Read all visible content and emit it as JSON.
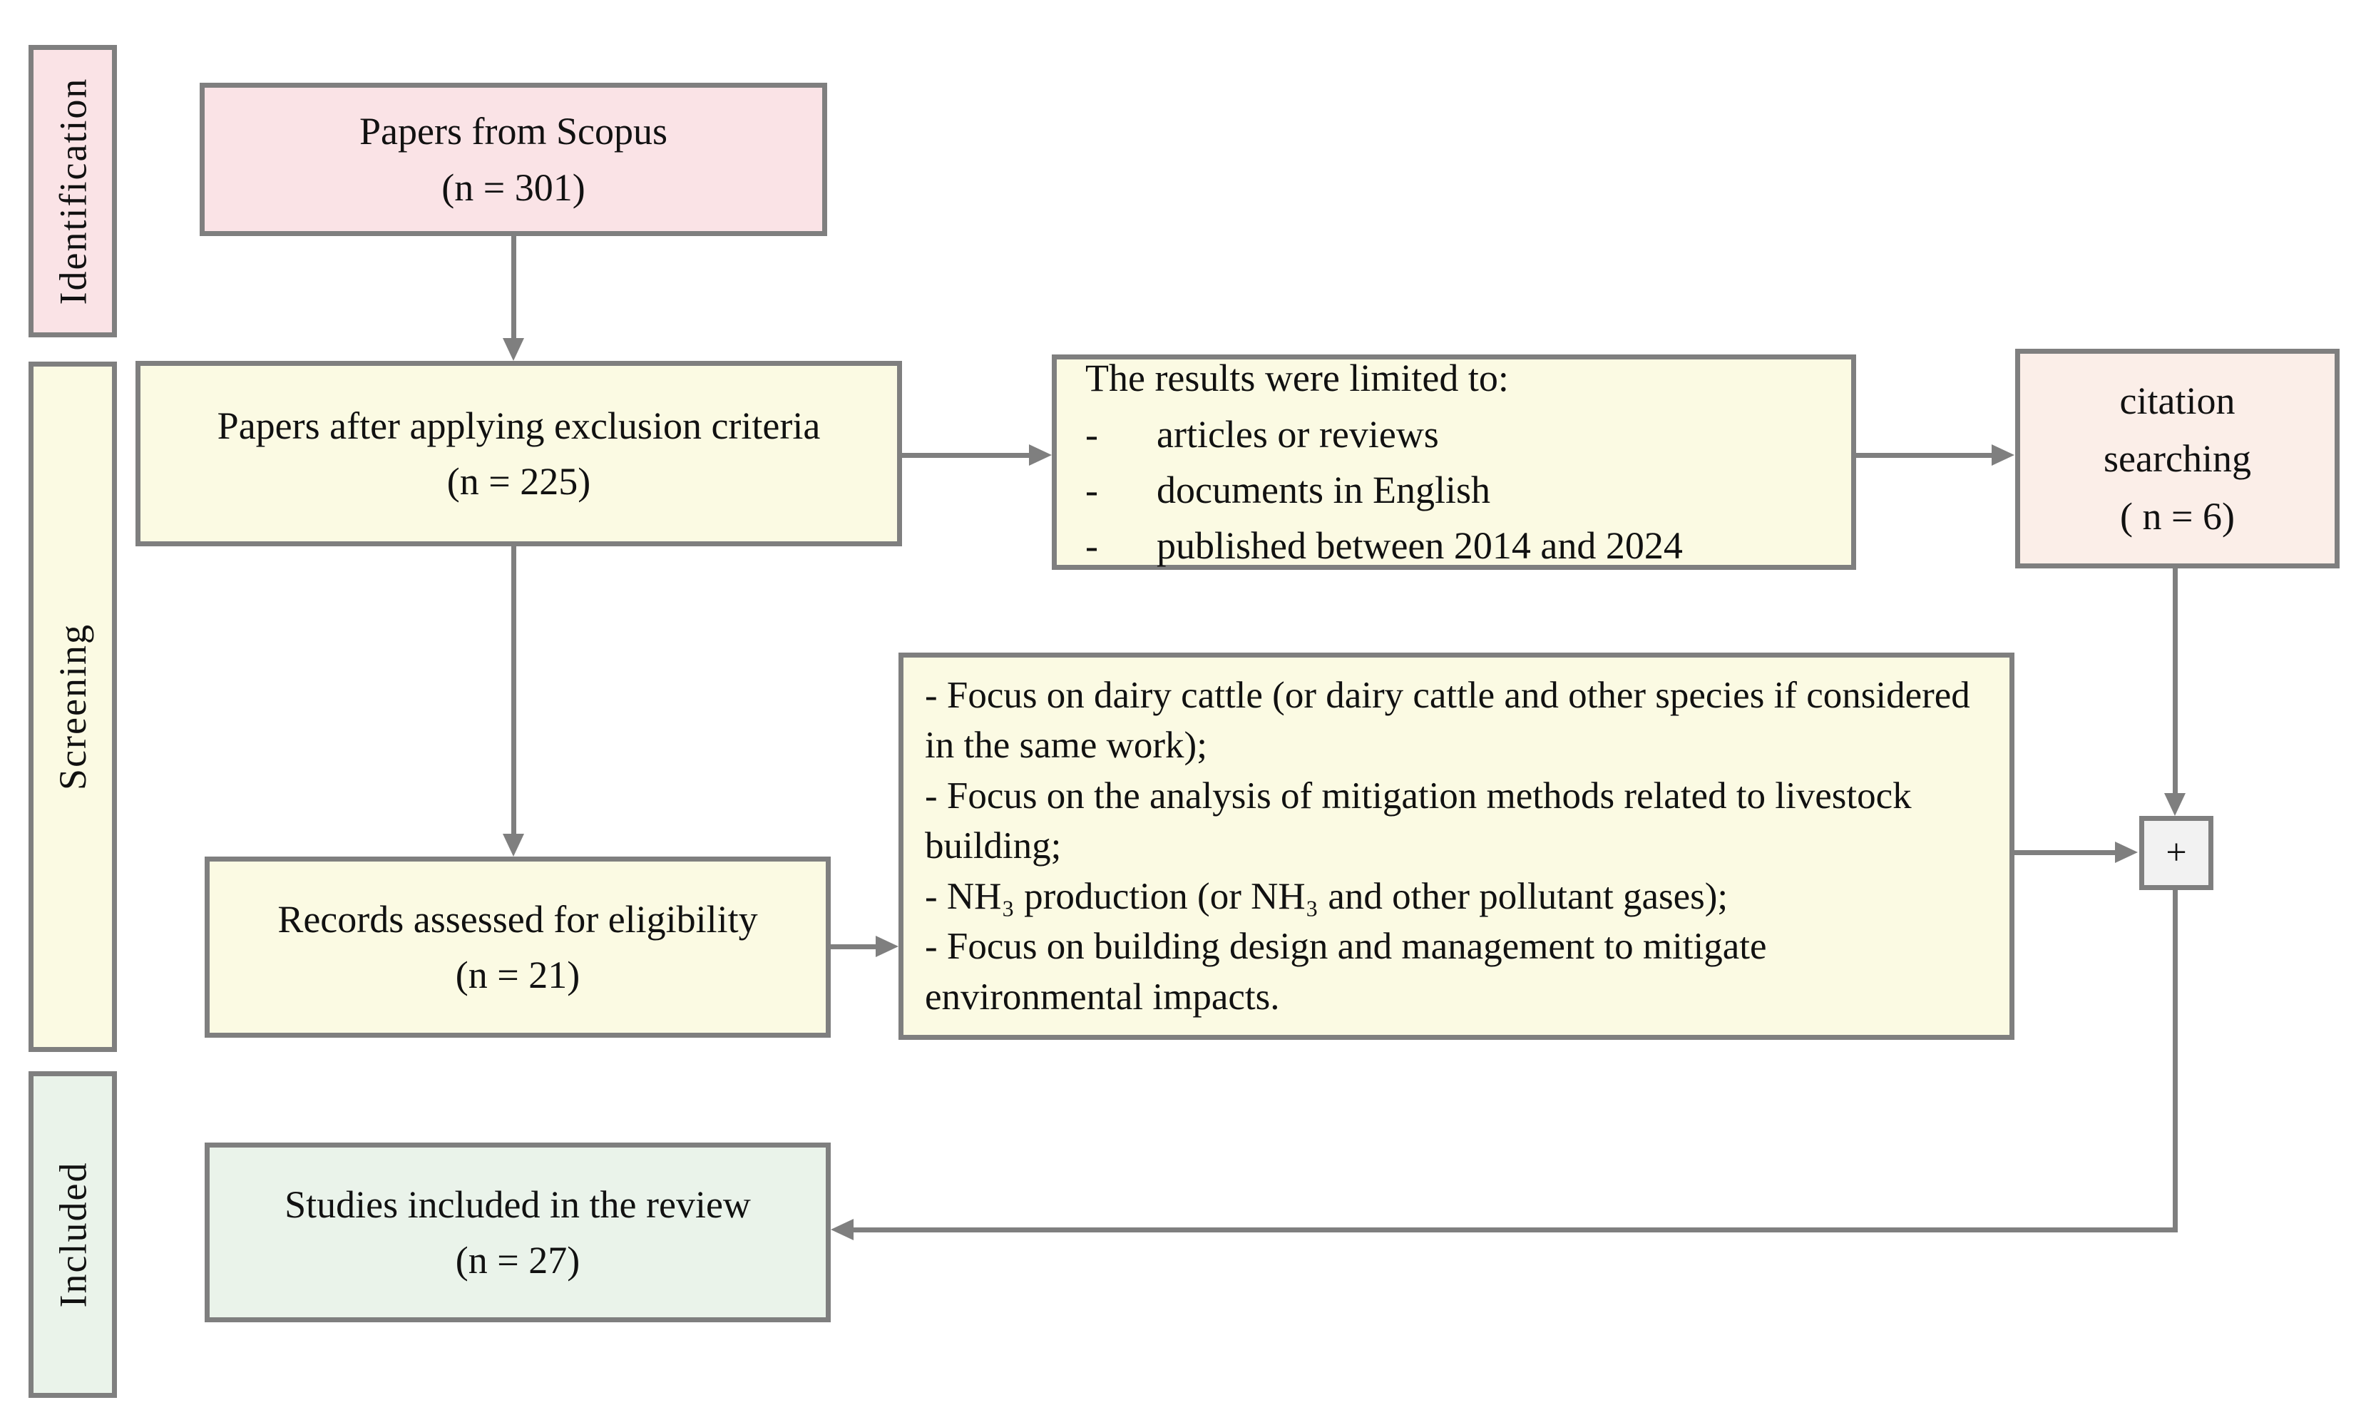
{
  "diagram": {
    "stages": [
      {
        "id": "identification",
        "label": "Identification",
        "color": "#fae3e6"
      },
      {
        "id": "screening",
        "label": "Screening",
        "color": "#fbfae3"
      },
      {
        "id": "included",
        "label": "Included",
        "color": "#eaf3ea"
      }
    ],
    "boxes": {
      "scopus": {
        "title": "Papers from Scopus",
        "count": "(n = 301)"
      },
      "exclusion": {
        "title": "Papers after applying exclusion criteria",
        "count": "(n = 225)"
      },
      "limits": {
        "title": "The results were limited to:",
        "bullet": "-",
        "items": [
          "articles or reviews",
          "documents in English",
          "published between 2014 and 2024"
        ]
      },
      "citation": {
        "line1": "citation",
        "line2": "searching",
        "count": "( n = 6)"
      },
      "criteria": {
        "items": [
          "- Focus on dairy cattle (or dairy cattle and other species if considered in the same work);",
          "- Focus on the analysis of mitigation methods related to livestock building;",
          "- NH₃ production (or NH₃ and other pollutant gases);",
          "- Focus on building design and management to mitigate environmental impacts."
        ]
      },
      "records": {
        "title": "Records assessed for eligibility",
        "count": "(n = 21)"
      },
      "merge": {
        "symbol": "+"
      },
      "studies": {
        "title": "Studies included in the review",
        "count": "(n = 27)"
      }
    },
    "colors": {
      "box_pink": "#fae3e6",
      "box_peach": "#fbeee8",
      "box_yellow": "#fbfae3",
      "box_green": "#eaf3ea",
      "merge_bg": "#f2f2f2",
      "border": "#7f7f7f",
      "arrow": "#7f7f7f",
      "text": "#111111"
    }
  }
}
